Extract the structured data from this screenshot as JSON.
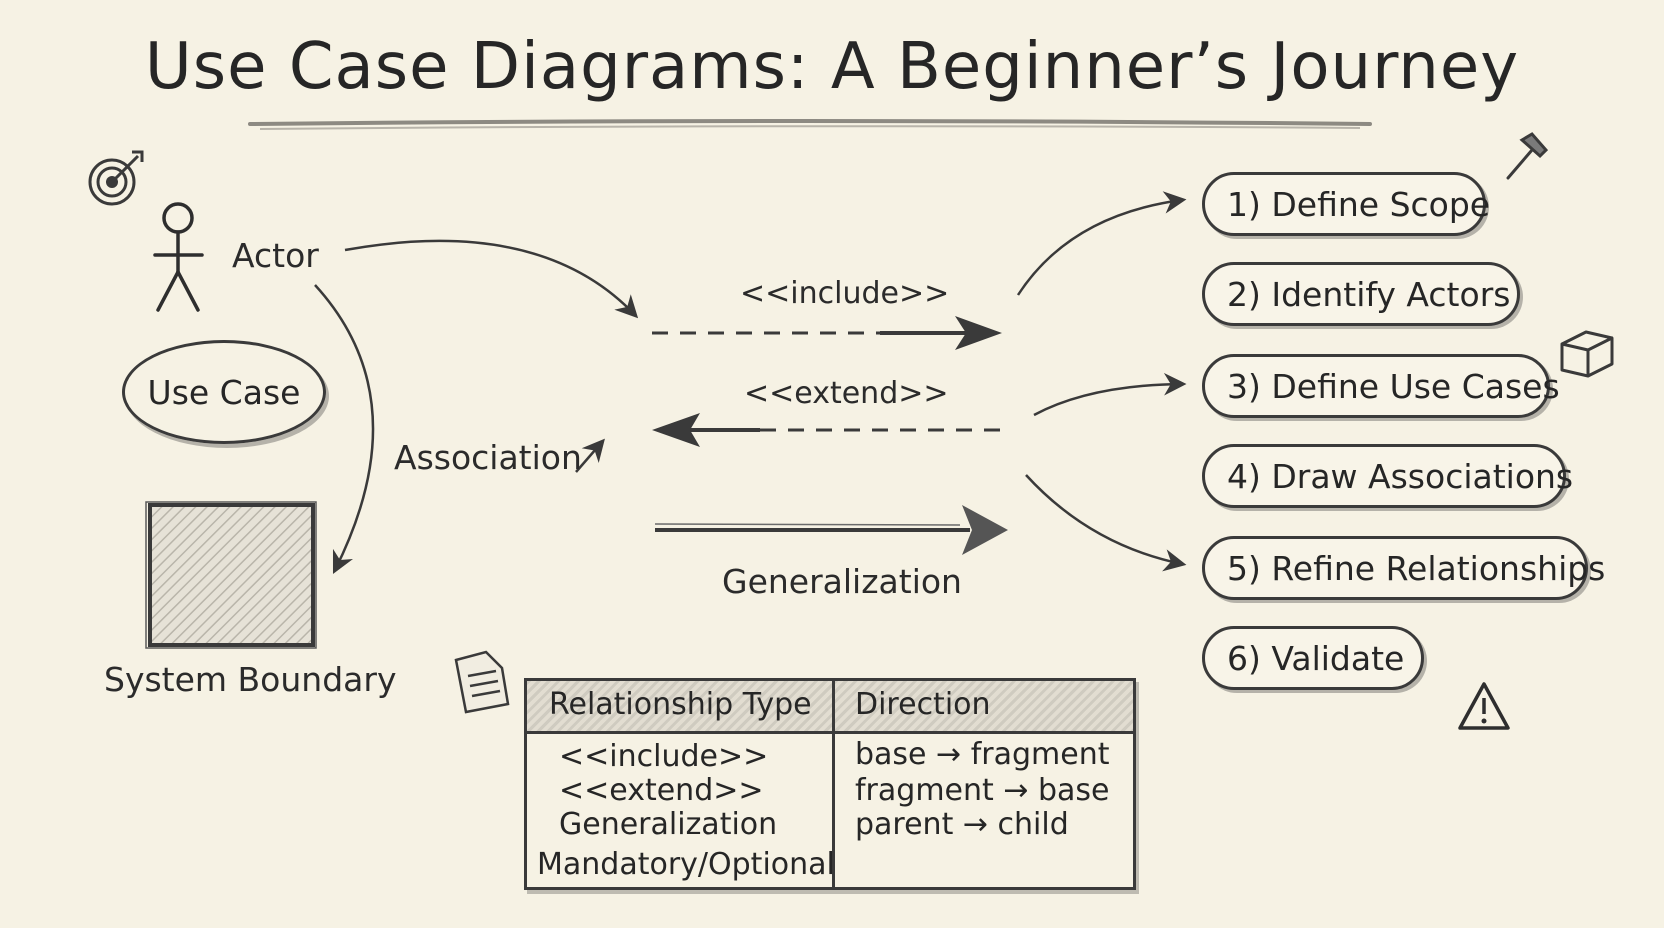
{
  "title": "Use Case Diagrams: A Beginner’s Journey",
  "legend": {
    "actor": "Actor",
    "use_case": "Use Case",
    "system_boundary": "System Boundary",
    "association": "Association"
  },
  "relations": {
    "include": "<<include>>",
    "extend": "<<extend>>",
    "generalization": "Generalization"
  },
  "steps": [
    "1) Define Scope",
    "2) Identify Actors",
    "3) Define Use Cases",
    "4) Draw Associations",
    "5) Refine Relationships",
    "6) Validate"
  ],
  "table": {
    "headers": [
      "Relationship Type",
      "Direction"
    ],
    "rows": [
      [
        "<<include>>",
        "base → fragment"
      ],
      [
        "<<extend>>",
        "fragment → base"
      ],
      [
        "Generalization",
        "parent → child"
      ],
      [
        "Mandatory/Optional",
        ""
      ]
    ]
  },
  "icons": [
    "target-icon",
    "hammer-icon",
    "book-icon",
    "document-icon",
    "warning-icon"
  ],
  "colors": {
    "paper": "#f6f2e4",
    "ink": "#2a2a2a"
  }
}
